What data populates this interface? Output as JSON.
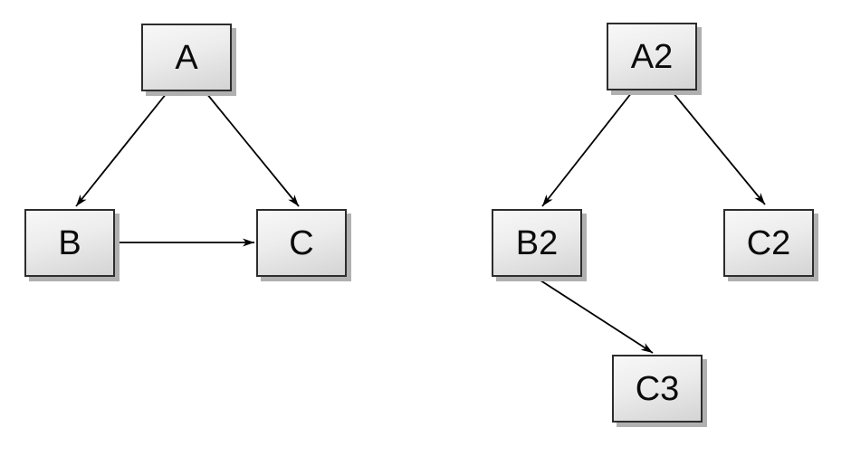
{
  "styles": {
    "background": "#ffffff",
    "node_fill_top": "#f8f8f8",
    "node_fill_bottom": "#d4d4d4",
    "node_border": "#2d2d2d",
    "node_shadow": "#b0b0b0",
    "edge_color": "#000000",
    "label_color": "#0a0a0a"
  },
  "diagrams": [
    {
      "name": "left-graph",
      "nodes": [
        {
          "id": "A",
          "label": "A"
        },
        {
          "id": "B",
          "label": "B"
        },
        {
          "id": "C",
          "label": "C"
        }
      ],
      "edges": [
        {
          "from": "A",
          "to": "B"
        },
        {
          "from": "A",
          "to": "C"
        },
        {
          "from": "B",
          "to": "C"
        }
      ]
    },
    {
      "name": "right-graph",
      "nodes": [
        {
          "id": "A2",
          "label": "A2"
        },
        {
          "id": "B2",
          "label": "B2"
        },
        {
          "id": "C2",
          "label": "C2"
        },
        {
          "id": "C3",
          "label": "C3"
        }
      ],
      "edges": [
        {
          "from": "A2",
          "to": "B2"
        },
        {
          "from": "A2",
          "to": "C2"
        },
        {
          "from": "B2",
          "to": "C3"
        }
      ]
    }
  ]
}
